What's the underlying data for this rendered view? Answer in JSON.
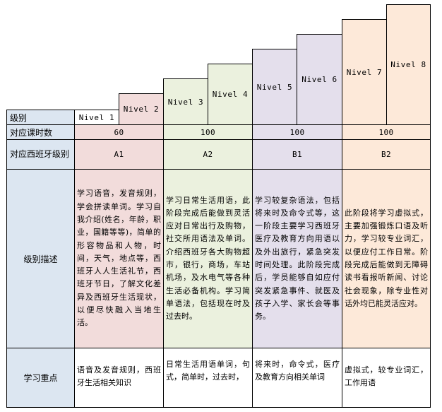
{
  "row_labels": {
    "level": "级别",
    "hours": "对应课时数",
    "cefr": "对应西班牙级别",
    "description": "级别描述",
    "focus": "学习重点"
  },
  "levels": {
    "n1": "Nivel 1",
    "n2": "Nivel 2",
    "n3": "Nivel 3",
    "n4": "Nivel 4",
    "n5": "Nivel 5",
    "n6": "Nivel 6",
    "n7": "Nivel 7",
    "n8": "Nivel 8"
  },
  "groups": [
    {
      "hours": "60",
      "cefr": "A1",
      "description": "学习语音，发音规则，学会拼读单词。学习自我介绍(姓名，年龄，职业，国籍等等)，简单的形容物品和人物，时间，天气，地点等，西班牙人人生活礼节，西班牙节日，了解文化差异及西班牙生活现状，以便尽快融入当地生活。",
      "focus": "语音及发音规则，西班牙生活相关知识"
    },
    {
      "hours": "100",
      "cefr": "A2",
      "description": "学习日常生活用语，此阶段完成后能做到灵活应对日常出行及购物，社交所用语法及单词。介绍西班牙各大购物超市，银行，商场，车站机场，及水电气等各种生活必备机构。学习简单语法，包括现在时及过去时。",
      "focus": "日常生活用语单词，句式，简单时，过去时，"
    },
    {
      "hours": "100",
      "cefr": "B1",
      "description": "学习较复杂语法，包括将来时及命令式等，这一阶段主要学习西班牙医疗及教育方向用语以及外出旅行，紧急突发时间处理。此阶段完成后，学员能够自如应付突发紧急事件、就医及孩子入学、家长会等事务。",
      "focus": "将来时，命令式，医疗及教育方向相关单词"
    },
    {
      "hours": "100",
      "cefr": "B2",
      "description": "此阶段将学习虚拟式，主要加强锻炼口语及听力，学习较专业词汇，以便应付工作日常。阶段完成后能做到无障碍读书看报听新闻、讨论社会现象，除专业性对话外均已能灵活应对。",
      "focus": "虚拟式，较专业词汇，工作用语"
    }
  ]
}
